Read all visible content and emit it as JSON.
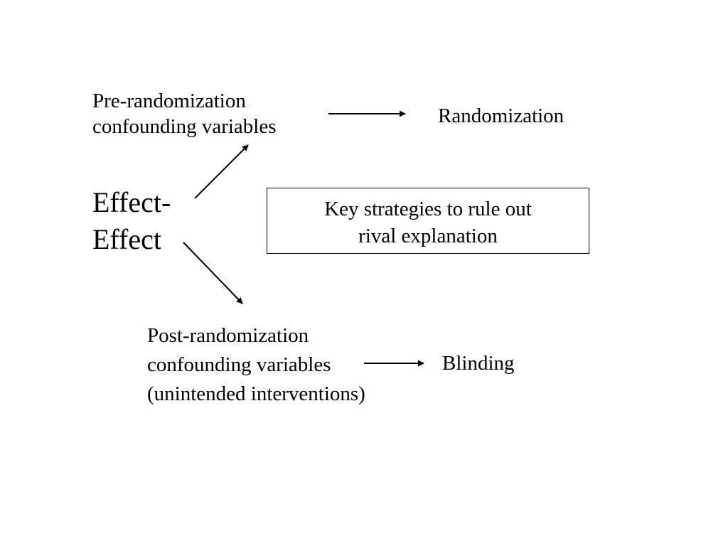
{
  "diagram": {
    "pre_randomization": [
      "Pre-randomization",
      "confounding variables"
    ],
    "randomization": "Randomization",
    "effect": [
      "Effect-",
      "Effect"
    ],
    "key_strategies": [
      "Key strategies to rule out",
      "rival explanation"
    ],
    "post_randomization": [
      "Post-randomization",
      "confounding variables",
      "(unintended interventions)"
    ],
    "blinding": "Blinding"
  },
  "colors": {
    "background": "#ffffff",
    "ink": "#000000"
  }
}
